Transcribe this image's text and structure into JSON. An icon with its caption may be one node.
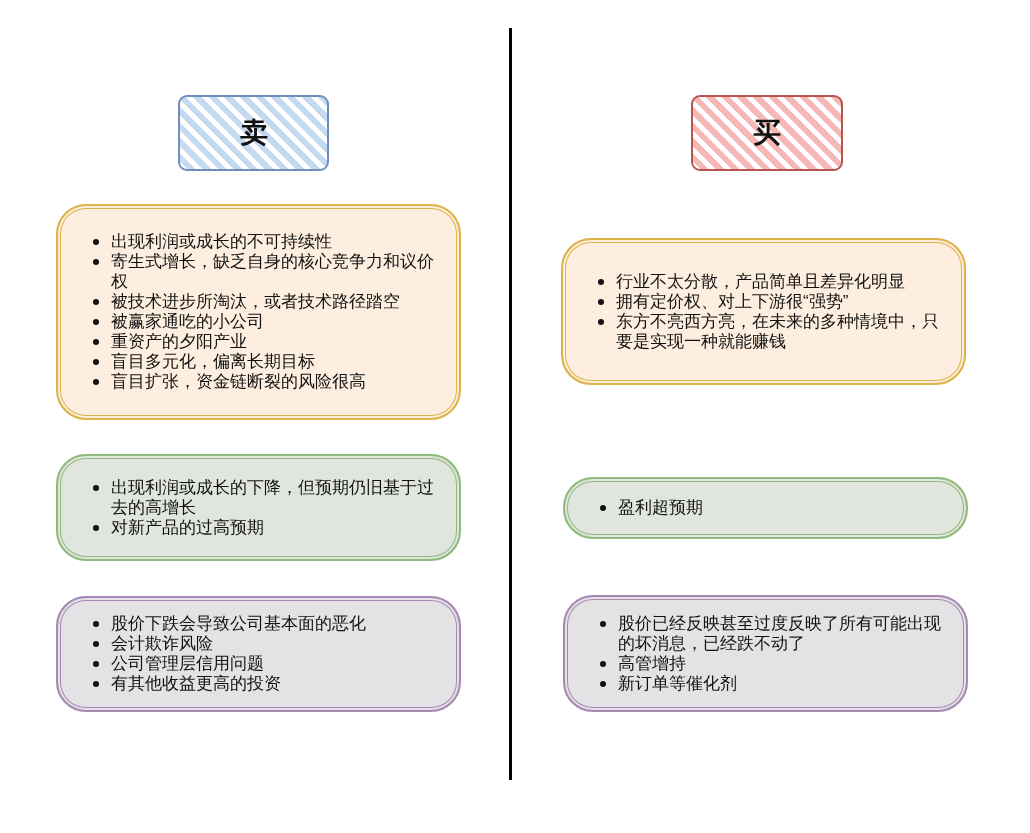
{
  "diagram": {
    "nodes": [
      {
        "text": [
          "卖"
        ]
      },
      {
        "text": [
          "买"
        ]
      },
      {
        "text": [
          "出现利润或成长的不可持续性",
          "寄生式增长，缺乏自身的核心竞争力和议价权",
          "被技术进步所淘汰，或者技术路径踏空",
          "被赢家通吃的小公司",
          "重资产的夕阳产业",
          "盲目多元化，偏离长期目标",
          "盲目扩张，资金链断裂的风险很高"
        ]
      },
      {
        "text": [
          "行业不太分散，产品简单且差异化明显",
          "拥有定价权、对上下游很“强势”",
          "东方不亮西方亮，在未来的多种情境中，只要是实现一种就能赚钱"
        ]
      },
      {
        "text": [
          "出现利润或成长的下降，但预期仍旧基于过去的高增长",
          "对新产品的过高预期"
        ]
      },
      {
        "text": [
          "盈利超预期"
        ]
      },
      {
        "text": [
          "股价下跌会导致公司基本面的恶化",
          "会计欺诈风险",
          "公司管理层信用问题",
          "有其他收益更高的投资"
        ]
      },
      {
        "text": [
          "股价已经反映甚至过度反映了所有可能出现的坏消息，已经跌不动了",
          "高管增持",
          "新订单等催化剂"
        ]
      }
    ]
  }
}
